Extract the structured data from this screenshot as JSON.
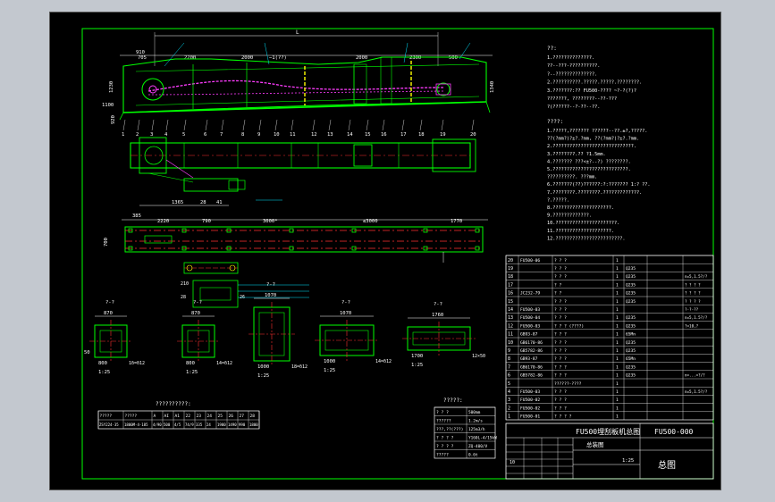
{
  "drawing": {
    "model_title": "FU500埋刮板机总图",
    "drawing_no": "FU500-000",
    "drawing_name": "总图",
    "sub_title": "总装图",
    "scale": "1:25",
    "sheet_note": "10"
  },
  "tech_req": {
    "heading": "??:",
    "lines": [
      "1.??????????????.",
      "  ??--???-??????????.",
      "  ?--??????????????.",
      "2.??????????.?????.?????.????????.",
      "3.???????:??   FU500-???? ~?-?(?)?",
      "  ???????,      ????????--??-???",
      "         ?(??????--?-??--??."
    ]
  },
  "tech_req2": {
    "heading": "????:",
    "lines": [
      "1.?????,???????      ??????--??.±?,?????.",
      "  ??(?mm?)?±?.?mm,  ??(?mm?)?±?.?mm.",
      "2.?????????????????????????????.",
      "3.????????.??    ?1.5mm.",
      "4.???????    ???<±?--?)   ????????.",
      "5.???????????????????????????.",
      "  ??????????.         ???mm.",
      "6.???????(??)??????:?:??????? 1:?   ??.",
      "7.????????.????????.?????????????.",
      "  ?.?????.",
      "8.?????????????????????.",
      "9.?????????????.",
      "10.??????????????????????.",
      "11.????????????????????.",
      "12.????????????????????????."
    ]
  },
  "dimensions": {
    "overall": "L",
    "top_row": [
      "910",
      "705",
      "2200",
      "2000",
      "−1(??)",
      "2000",
      "2300",
      "500"
    ],
    "left_side": [
      "1230",
      "1100",
      "920"
    ],
    "right_side": [
      "1340"
    ],
    "mid_row": [
      "2220",
      "790",
      "3000*",
      "≤3000",
      "1770"
    ],
    "mid_left": "385",
    "mid_vertical": "700",
    "bottom_small": [
      "1365",
      "28",
      "41"
    ],
    "plan_small": [
      "210",
      "28",
      "26"
    ]
  },
  "part_numbers": [
    "1",
    "2",
    "3",
    "4",
    "5",
    "6",
    "7",
    "8",
    "9",
    "10",
    "11",
    "12",
    "13",
    "14",
    "15",
    "16",
    "17",
    "18",
    "19",
    "20"
  ],
  "section_views": [
    {
      "label": "?-?",
      "scale": "1:25",
      "dim_top": "870",
      "dim_bottom": "800",
      "dim_side": "50",
      "note": "1δ=δ12"
    },
    {
      "label": "?-?",
      "scale": "1:25",
      "dim_top": "870",
      "dim_bottom": "800",
      "note": "14=δ12"
    },
    {
      "label": "?-?",
      "scale": "1:25",
      "dim_top": "1070",
      "dim_bottom": "1000",
      "note": "18=δ12"
    },
    {
      "label": "?-?",
      "scale": "1:25",
      "dim_top": "1070",
      "dim_bottom": "1000",
      "note": "14=δ12"
    },
    {
      "label": "?-?",
      "scale": "1:25",
      "dim_top": "1760",
      "dim_bottom": "1700",
      "note": "12×50"
    }
  ],
  "bom": {
    "rows": [
      {
        "no": "20",
        "code": "FU500-06",
        "name": "? ? ?",
        "qty": "1",
        "mat": "",
        "wt": ""
      },
      {
        "no": "19",
        "code": "",
        "name": "? ? ?",
        "qty": "1",
        "mat": "Q235",
        "wt": ""
      },
      {
        "no": "18",
        "code": "",
        "name": "? ? ?",
        "qty": "1",
        "mat": "Q235",
        "wt": "n=5,1.5?/?"
      },
      {
        "no": "17",
        "code": "",
        "name": "? ?",
        "qty": "1",
        "mat": "Q235",
        "wt": "? ? ? ?"
      },
      {
        "no": "16",
        "code": "JC232-79",
        "name": "? ?",
        "qty": "1",
        "mat": "Q235",
        "wt": "? ? ? ?"
      },
      {
        "no": "15",
        "code": "",
        "name": "? ? ?",
        "qty": "1",
        "mat": "Q235",
        "wt": "? ? ? ?"
      },
      {
        "no": "14",
        "code": "FU500-03",
        "name": "? ? ?",
        "qty": "1",
        "mat": "",
        "wt": "?-?-??"
      },
      {
        "no": "13",
        "code": "FU500-04",
        "name": "? ? ?",
        "qty": "1",
        "mat": "Q235",
        "wt": "n=5,1.5?/?"
      },
      {
        "no": "12",
        "code": "FU500-03",
        "name": "? ? ? (????)",
        "qty": "1",
        "mat": "Q235",
        "wt": "?=10,?"
      },
      {
        "no": "11",
        "code": "GB93-87",
        "name": "? ? ?",
        "qty": "1",
        "mat": "65Mn",
        "wt": ""
      },
      {
        "no": "10",
        "code": "GB6170-86",
        "name": "? ? ?",
        "qty": "1",
        "mat": "Q235",
        "wt": ""
      },
      {
        "no": "9",
        "code": "GB5782-86",
        "name": "? ? ?",
        "qty": "1",
        "mat": "Q235",
        "wt": ""
      },
      {
        "no": "8",
        "code": "GB93-87",
        "name": "? ? ?",
        "qty": "1",
        "mat": "65Mn",
        "wt": ""
      },
      {
        "no": "7",
        "code": "GB6170-86",
        "name": "? ? ?",
        "qty": "1",
        "mat": "Q235",
        "wt": ""
      },
      {
        "no": "6",
        "code": "GB5782-86",
        "name": "? ? ?",
        "qty": "1",
        "mat": "Q235",
        "wt": "n=...=?/?"
      },
      {
        "no": "5",
        "code": "",
        "name": "??????-????",
        "qty": "1",
        "mat": "",
        "wt": ""
      },
      {
        "no": "4",
        "code": "FU500-03",
        "name": "? ? ?",
        "qty": "1",
        "mat": "",
        "wt": "n=5,1.5?/?"
      },
      {
        "no": "3",
        "code": "FU500-02",
        "name": "? ? ?",
        "qty": "1",
        "mat": "",
        "wt": ""
      },
      {
        "no": "2",
        "code": "FU500-02",
        "name": "? ? ?",
        "qty": "1",
        "mat": "",
        "wt": ""
      },
      {
        "no": "1",
        "code": "FU500-01",
        "name": "? ? ? ?",
        "qty": "1",
        "mat": "",
        "wt": ""
      }
    ]
  },
  "spec_table": {
    "title": "??????????:",
    "header": [
      "?????",
      "?????",
      "A",
      "AI",
      "A1",
      "22",
      "23",
      "24",
      "25",
      "26",
      "27",
      "28"
    ],
    "row": [
      "ZSY224-35",
      "1800M-4-185",
      "4/90",
      "500",
      "4/5",
      "74/9",
      "335",
      "24",
      "1900",
      "1490",
      "990",
      "1800"
    ]
  },
  "param_table": {
    "title": "?????:",
    "rows": [
      [
        "? ? ?",
        "500mm"
      ],
      [
        "??????",
        "1.2m/s"
      ],
      [
        "???,??(???)",
        "125m3/h"
      ],
      [
        "? ? ? ?",
        "Y160L-4/15kW"
      ],
      [
        "? ? ? ?",
        "ZQ-400/V"
      ],
      [
        "?????",
        "0.6t"
      ]
    ]
  },
  "colors": {
    "frame": "#00ff00",
    "casing": "#00ff00",
    "chain": "#ff3cff",
    "centerline": "#ff3030",
    "dims": "#ffffff",
    "annot": "#00e5ff",
    "highlight": "#ffff00"
  }
}
